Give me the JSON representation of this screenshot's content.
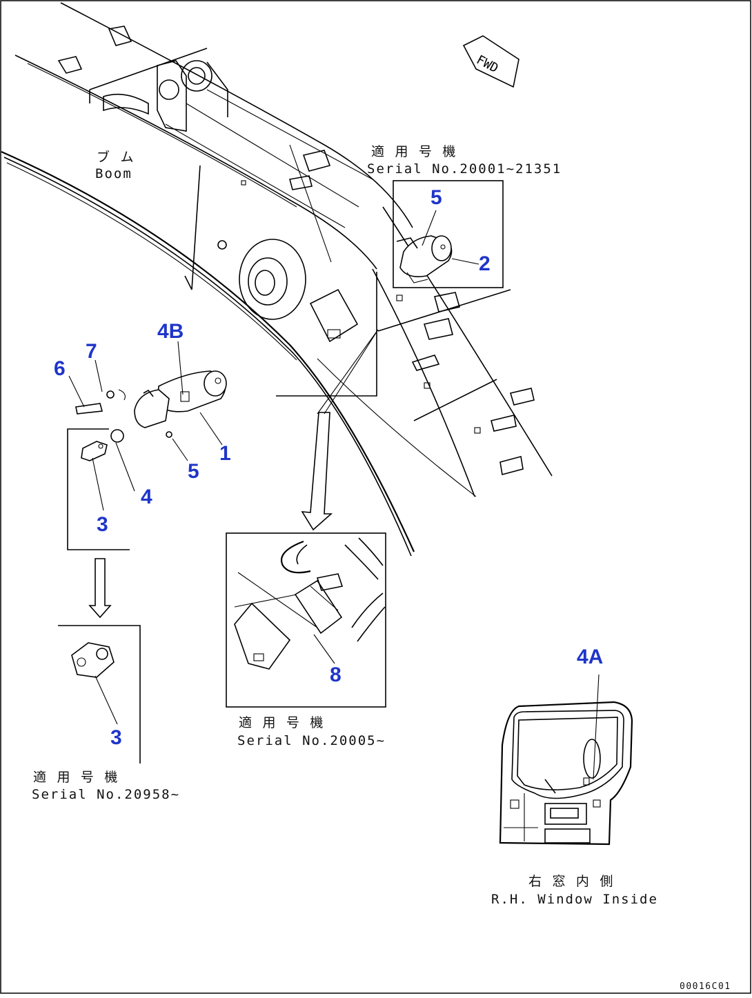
{
  "fwd_label": "FWD",
  "boom": {
    "label_jp": "ブ ム",
    "label_en": "Boom"
  },
  "serial_notes": {
    "top": {
      "label_jp": "適 用 号 機",
      "range": "Serial No.20001~21351"
    },
    "mid": {
      "label_jp": "適 用 号 機",
      "range": "Serial No.20005~"
    },
    "left": {
      "label_jp": "適 用 号 機",
      "range": "Serial No.20958~"
    }
  },
  "window": {
    "label_jp": "右 窓 内 側",
    "label_en": "R.H. Window Inside"
  },
  "callouts": {
    "c1": "1",
    "c2": "2",
    "c3a": "3",
    "c3b": "3",
    "c4": "4",
    "c4A": "4A",
    "c4B": "4B",
    "c5a": "5",
    "c5b": "5",
    "c6": "6",
    "c7": "7",
    "c8": "8"
  },
  "drawing_code": "00016C01",
  "colors": {
    "callout": "#1f35c9",
    "line": "#000000"
  }
}
